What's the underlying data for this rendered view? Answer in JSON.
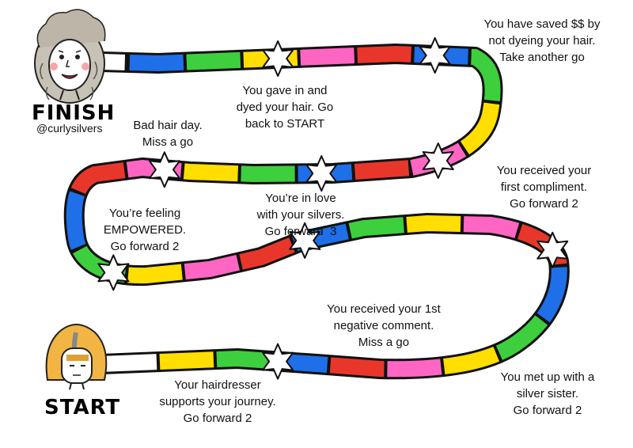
{
  "board": {
    "finish_label": "FINISH",
    "start_label": "START",
    "handle": "@curlysilvers",
    "segment_colors": [
      "#ff66c4",
      "#ffde00",
      "#3ecf3e",
      "#1e6fe8",
      "#e8372a"
    ],
    "star_color": "#ffffff",
    "squares": [
      {
        "id": "start-sq",
        "text": "Your hairdresser\nsupports your journey.\nGo forward 2"
      },
      {
        "id": "sq-negative",
        "text": "You received your 1st\nnegative comment.\nMiss a go"
      },
      {
        "id": "sq-silver-sister",
        "text": "You met up with a\nsilver sister.\nGo forward 2"
      },
      {
        "id": "sq-compliment",
        "text": "You received your\nfirst compliment.\nGo forward 2"
      },
      {
        "id": "sq-in-love",
        "text": "You’re in love\nwith your silvers.\nGo forward  3"
      },
      {
        "id": "sq-empowered",
        "text": "You’re feeling\nEMPOWERED.\nGo forward 2"
      },
      {
        "id": "sq-bad-hair",
        "text": "Bad hair day.\nMiss a go"
      },
      {
        "id": "sq-dyed",
        "text": "You gave in and\ndyed your hair. Go\nback to START"
      },
      {
        "id": "sq-saved",
        "text": "You have saved $$ by\nnot dyeing your hair.\nTake another go"
      }
    ]
  }
}
